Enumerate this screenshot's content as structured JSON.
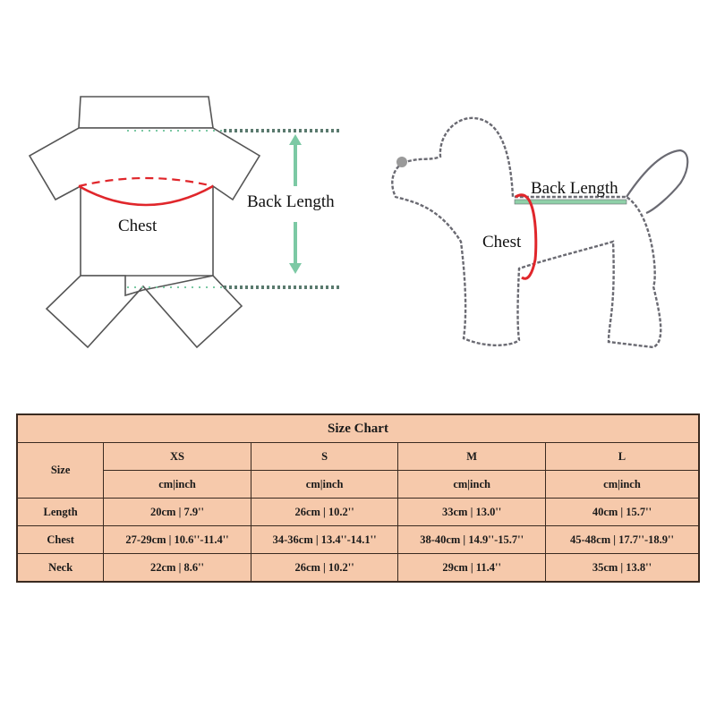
{
  "shirt_diagram": {
    "chest_label": "Chest",
    "back_length_label": "Back Length",
    "colors": {
      "outline": "#555555",
      "chest_line": "#e0262b",
      "measure": "#7cc9a4",
      "chain": "#5a7a6e"
    }
  },
  "dog_diagram": {
    "chest_label": "Chest",
    "back_length_label": "Back Length",
    "colors": {
      "outline": "#6a6a72",
      "chest_line": "#e0262b",
      "back_line": "#8fd0a8",
      "nose": "#9a9a9a"
    }
  },
  "size_chart": {
    "title": "Size Chart",
    "row_header_label": "Size",
    "unit_label": "cm|inch",
    "sizes": [
      "XS",
      "S",
      "M",
      "L"
    ],
    "units": [
      "cm|inch",
      "cm|inch",
      "cm|inch",
      "cm|inch"
    ],
    "rows": [
      {
        "label": "Length",
        "values": [
          "20cm | 7.9''",
          "26cm | 10.2''",
          "33cm | 13.0''",
          "40cm | 15.7''"
        ]
      },
      {
        "label": "Chest",
        "values": [
          "27-29cm | 10.6''-11.4''",
          "34-36cm | 13.4''-14.1''",
          "38-40cm | 14.9''-15.7''",
          "45-48cm | 17.7''-18.9''"
        ]
      },
      {
        "label": "Neck",
        "values": [
          "22cm | 8.6''",
          "26cm | 10.2''",
          "29cm | 11.4''",
          "35cm | 13.8''"
        ]
      }
    ],
    "colors": {
      "background": "#f6c9ab",
      "border": "#3a2a20"
    }
  }
}
